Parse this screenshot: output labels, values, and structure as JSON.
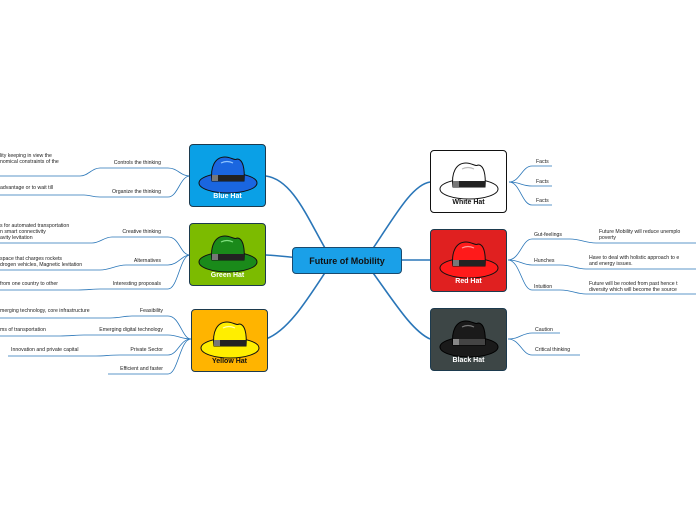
{
  "central": {
    "label": "Future of Mobility",
    "color": "#1aa0e8"
  },
  "hats": {
    "blue": {
      "label": "Blue Hat",
      "bg": "#0aa0e6",
      "hat": "#1a66e0",
      "text_color": "#ffffff"
    },
    "green": {
      "label": "Green Hat",
      "bg": "#7cbb00",
      "hat": "#1a8a1a",
      "text_color": "#ffffff"
    },
    "yellow": {
      "label": "Yellow Hat",
      "bg": "#ffb400",
      "hat": "#ffee00",
      "text_color": "#111111"
    },
    "white": {
      "label": "White Hat",
      "bg": "#ffffff",
      "hat": "#ffffff",
      "text_color": "#111111"
    },
    "red": {
      "label": "Red Hat",
      "bg": "#e02020",
      "hat": "#ff1a1a",
      "text_color": "#ffffff"
    },
    "black": {
      "label": "Black Hat",
      "bg": "#3d4646",
      "hat": "#1a1a1a",
      "text_color": "#ffffff"
    }
  },
  "blue_branch": {
    "topics": [
      "Controls the thinking",
      "Organize the thinking"
    ],
    "details": [
      "lity keeping in view the\nnomical constraints of the",
      "advantage or to wait till"
    ]
  },
  "green_branch": {
    "topics": [
      "Creative thinking",
      "Alternatives",
      "Interesting proposals"
    ],
    "details": [
      "s for automated transportation\nn smart connectivity\navity levitation",
      "space that charges rockets\ndrogen vehicles, Magnetic levitation",
      "from one country to other"
    ]
  },
  "yellow_branch": {
    "topics": [
      "Feasibility",
      "Emerging digital technology",
      "Private Sector",
      "Efficient and faster"
    ],
    "details": [
      "merging technology, core infrastructure",
      "ms of transportation",
      "Innovation and private capital"
    ]
  },
  "white_branch": {
    "topics": [
      "Facts",
      "Facts",
      "Facts"
    ]
  },
  "red_branch": {
    "topics": [
      "Gut-feelings",
      "Hunches",
      "Intuition"
    ],
    "details": [
      "Future Mobility will reduce unemplo\npoverty",
      "Have to deal with holistic approach to e\nand energy issues.",
      "Future will be rooted from past hence t\ndiversity which will become the source"
    ]
  },
  "black_branch": {
    "topics": [
      "Caution",
      "Critical thinking"
    ]
  }
}
